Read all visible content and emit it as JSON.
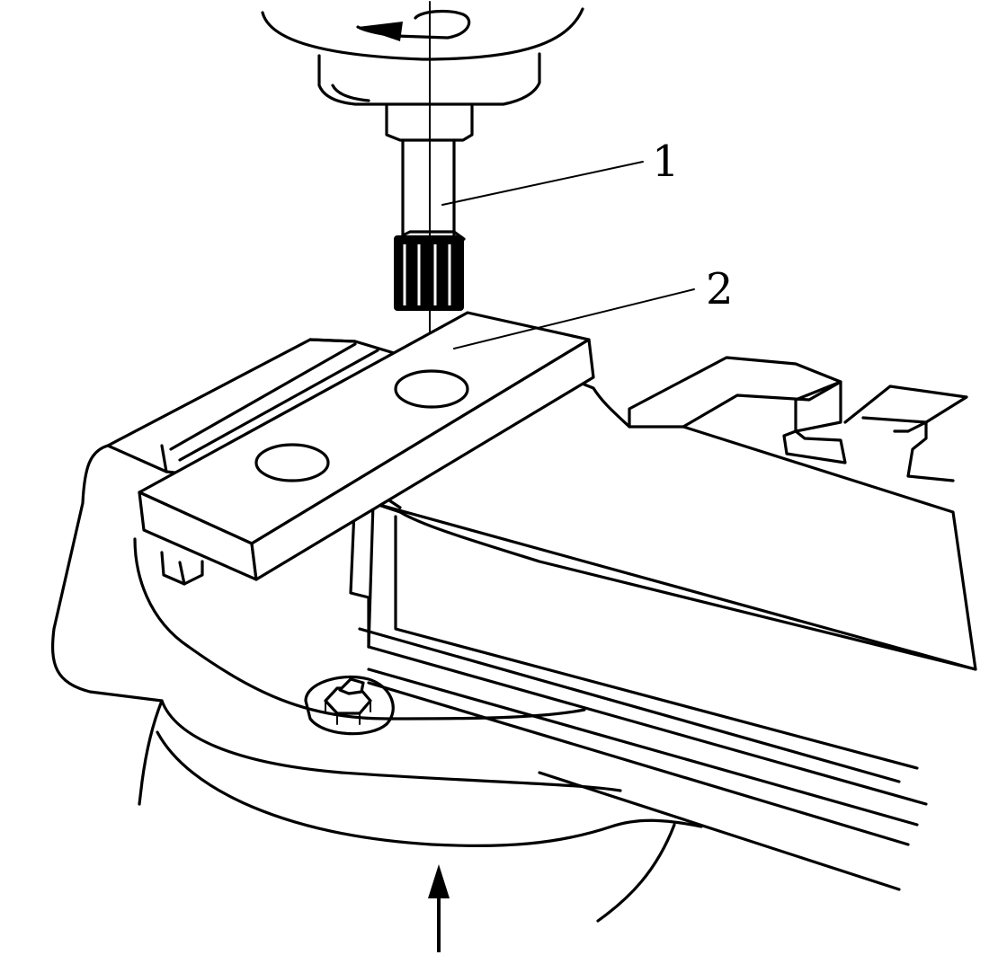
{
  "callouts": [
    {
      "id": "1",
      "label": "1"
    },
    {
      "id": "2",
      "label": "2"
    }
  ],
  "colors": {
    "ink": "#000000",
    "paper": "#ffffff"
  },
  "icons": {
    "rotation": "rotation-arrow-icon",
    "feed": "feed-direction-arrow-icon"
  }
}
